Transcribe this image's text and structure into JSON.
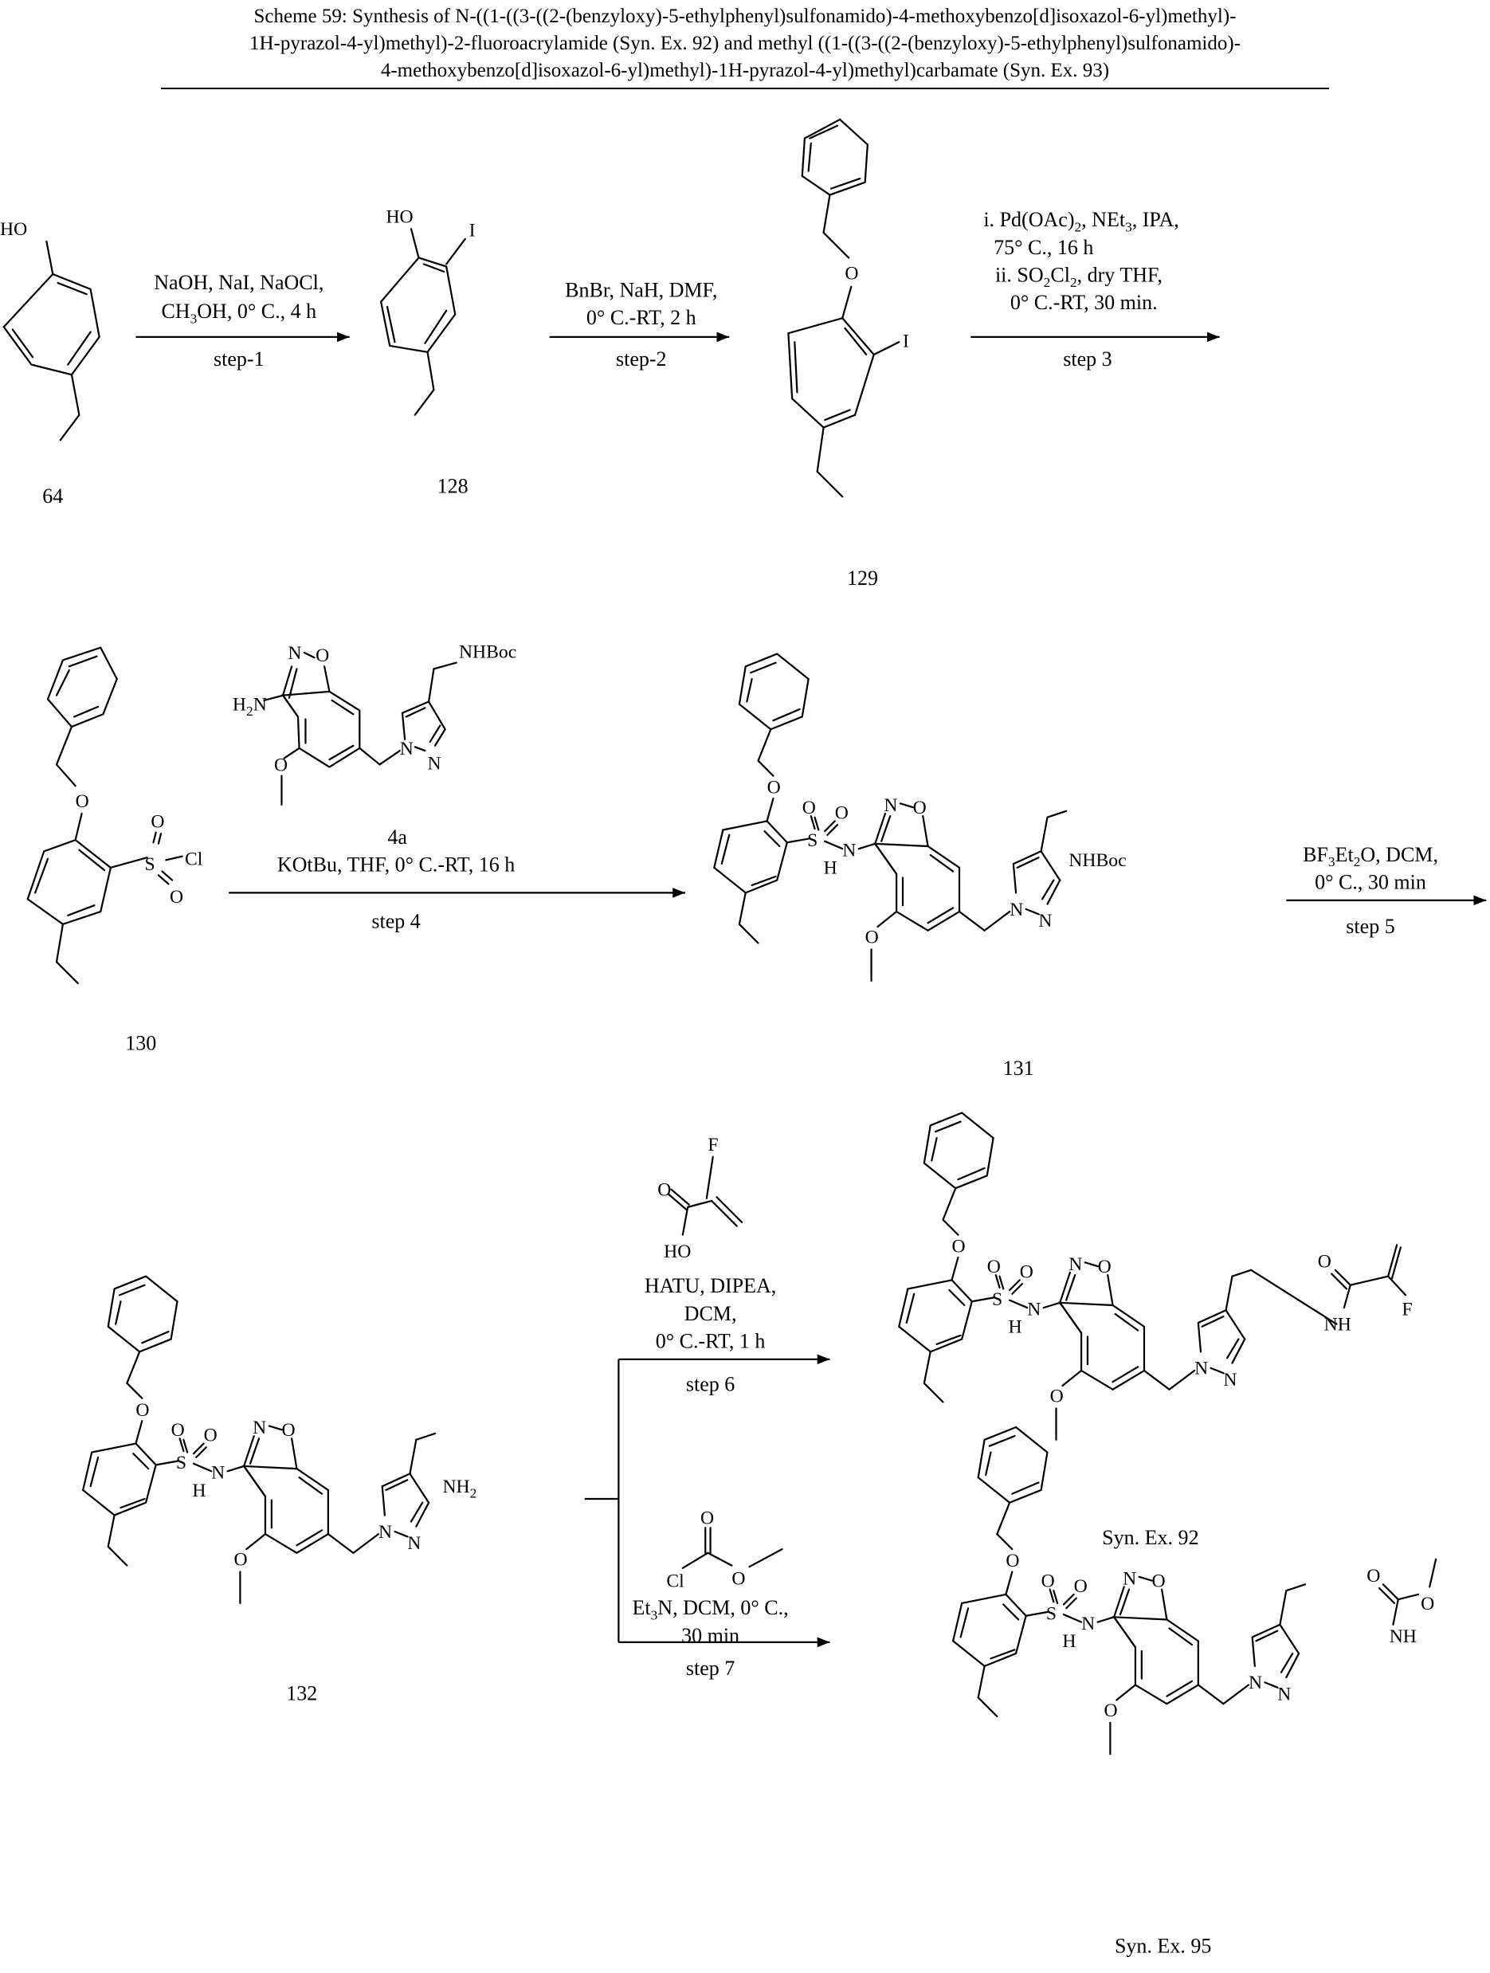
{
  "scheme": {
    "title_lines": [
      "Scheme 59: Synthesis of N-((1-((3-((2-(benzyloxy)-5-ethylphenyl)sulfonamido)-4-methoxybenzo[d]isoxazol-6-yl)methyl)-",
      "1H-pyrazol-4-yl)methyl)-2-fluoroacrylamide (Syn. Ex. 92) and methyl ((1-((3-((2-(benzyloxy)-5-ethylphenyl)sulfonamido)-",
      "4-methoxybenzo[d]isoxazol-6-yl)methyl)-1H-pyrazol-4-yl)methyl)carbamate (Syn. Ex. 93)"
    ]
  },
  "compounds": {
    "c64": {
      "label": "64"
    },
    "c128": {
      "label": "128"
    },
    "c129": {
      "label": "129"
    },
    "c130": {
      "label": "130"
    },
    "c4a": {
      "label": "4a"
    },
    "c131": {
      "label": "131"
    },
    "c132": {
      "label": "132"
    },
    "syn92": {
      "label": "Syn. Ex. 92"
    },
    "syn95": {
      "label": "Syn. Ex. 95"
    }
  },
  "atoms": {
    "HO": "HO",
    "I": "I",
    "O": "O",
    "S": "S",
    "Cl": "Cl",
    "N": "N",
    "H": "H",
    "F": "F",
    "NH": "NH",
    "NHBoc": "NHBoc",
    "NH2": "NH",
    "NH2_sub": "2",
    "H2N_H": "H",
    "H2N_sub": "2",
    "H2N_N": "N"
  },
  "steps": [
    {
      "id": "step1",
      "lines": [
        "NaOH, NaI, NaOCl,",
        "CH3OH, 0° C., 4 h"
      ],
      "step_label": "step-1"
    },
    {
      "id": "step2",
      "lines": [
        "BnBr, NaH, DMF,",
        "0° C.-RT, 2 h"
      ],
      "step_label": "step-2"
    },
    {
      "id": "step3",
      "lines": [
        "i. Pd(OAc)2, NEt3, IPA,",
        "75° C., 16 h",
        "ii. SO2Cl2, dry THF,",
        "0° C.-RT, 30 min."
      ],
      "step_label": "step 3"
    },
    {
      "id": "step4",
      "lines": [
        "KOtBu, THF, 0° C.-RT, 16 h"
      ],
      "reagent": "4a",
      "step_label": "step 4"
    },
    {
      "id": "step5",
      "lines": [
        "BF3Et2O, DCM,",
        "0° C., 30 min"
      ],
      "step_label": "step 5"
    },
    {
      "id": "step6",
      "lines": [
        "HATU, DIPEA,",
        "DCM,",
        "0° C.-RT, 1 h"
      ],
      "reagent": "2-fluoroacrylic acid",
      "step_label": "step 6"
    },
    {
      "id": "step7",
      "lines": [
        "Et3N, DCM, 0° C.,",
        "30 min"
      ],
      "reagent": "methyl chloroformate",
      "step_label": "step 7"
    }
  ],
  "cond": {
    "s1a": "NaOH, NaI, NaOCl,",
    "s1b_1": "CH",
    "s1b_2": "3",
    "s1b_3": "OH, 0° C., 4 h",
    "s1": "step-1",
    "s2a": "BnBr, NaH, DMF,",
    "s2b": "0° C.-RT, 2 h",
    "s2": "step-2",
    "s3a_1": "i. Pd(OAc)",
    "s3a_2": "2",
    "s3a_3": ", NEt",
    "s3a_4": "3",
    "s3a_5": ", IPA,",
    "s3b": "75° C., 16 h",
    "s3c_1": "ii. SO",
    "s3c_2": "2",
    "s3c_3": "Cl",
    "s3c_4": "2",
    "s3c_5": ", dry THF,",
    "s3d": "0° C.-RT, 30 min.",
    "s3": "step 3",
    "s4a": "KOtBu, THF, 0° C.-RT, 16 h",
    "s4": "step 4",
    "s5a_1": "BF",
    "s5a_2": "3",
    "s5a_3": "Et",
    "s5a_4": "2",
    "s5a_5": "O, DCM,",
    "s5b": "0° C., 30 min",
    "s5": "step 5",
    "s6a": "HATU, DIPEA,",
    "s6b": "DCM,",
    "s6c": "0° C.-RT, 1 h",
    "s6": "step 6",
    "s7a_1": "Et",
    "s7a_2": "3",
    "s7a_3": "N, DCM, 0° C.,",
    "s7b": "30 min",
    "s7": "step 7"
  }
}
